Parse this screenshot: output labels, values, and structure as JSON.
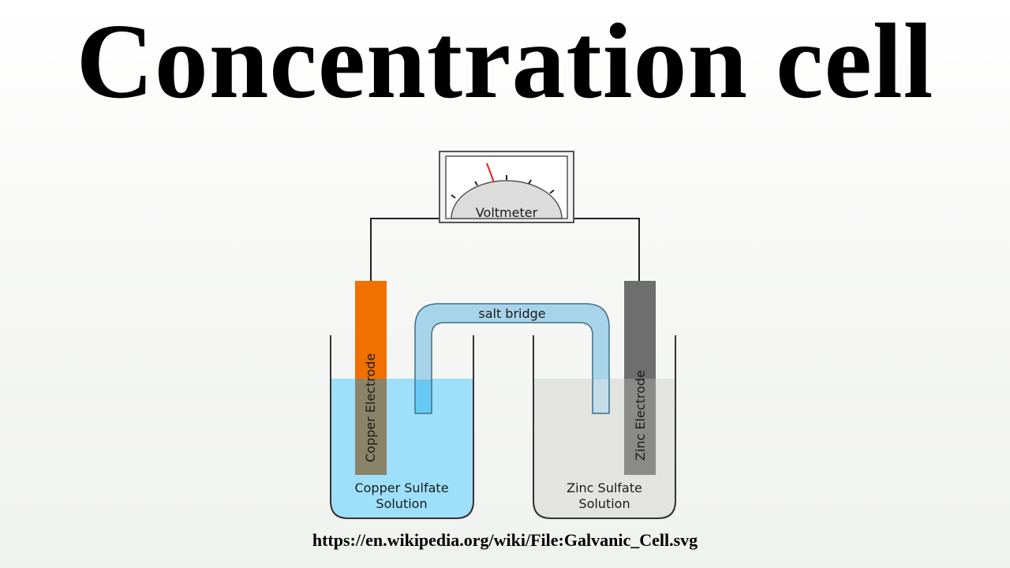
{
  "title": "Concentration cell",
  "diagram": {
    "voltmeter_label": "Voltmeter",
    "salt_bridge_label": "salt bridge",
    "left_electrode_label": "Copper Electrode",
    "right_electrode_label": "Zinc Electrode",
    "left_solution_line1": "Copper Sulfate",
    "left_solution_line2": "Solution",
    "right_solution_line1": "Zinc Sulfate",
    "right_solution_line2": "Solution",
    "colors": {
      "copper_electrode": "#f07000",
      "zinc_electrode": "#6e6e6e",
      "copper_solution": "#9ee0fb",
      "zinc_solution": "#e3e4e0",
      "salt_bridge": "#a8d4ea",
      "needle": "#e02020"
    }
  },
  "source_url": "https://en.wikipedia.org/wiki/File:Galvanic_Cell.svg"
}
